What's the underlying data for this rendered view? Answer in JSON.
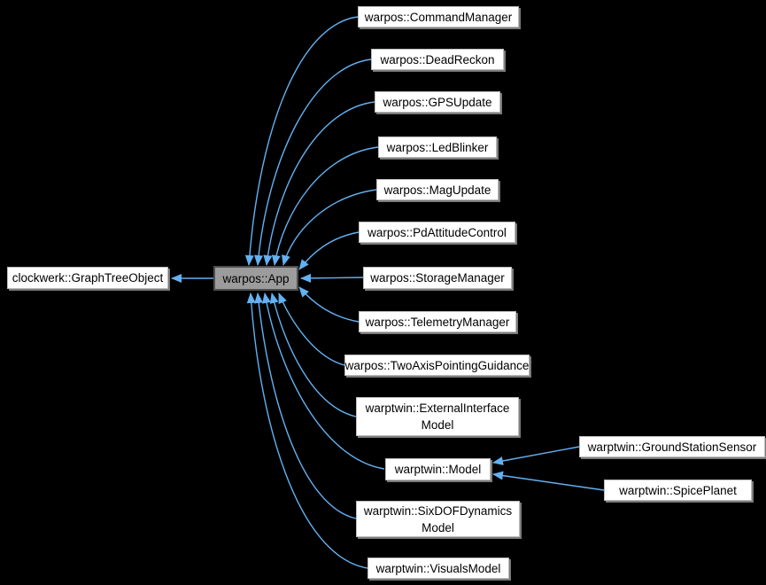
{
  "diagram": {
    "type": "class-inheritance-graph",
    "colors": {
      "background": "#000000",
      "arrow": "#63b1f2",
      "node_fill": "#ffffff",
      "node_border": "#bcbcbc",
      "node_shadow": "#7b7b7b",
      "focus_fill": "#9c9c9c",
      "focus_border": "#4e4e4e",
      "text": "#000000"
    },
    "nodes": [
      {
        "id": "clockwerk-graphtreeobject",
        "label": "clockwerk::GraphTreeObject",
        "role": "base"
      },
      {
        "id": "warpos-app",
        "label": "warpos::App",
        "role": "focus"
      },
      {
        "id": "warpos-commandmanager",
        "label": "warpos::CommandManager",
        "role": "derived"
      },
      {
        "id": "warpos-deadreckon",
        "label": "warpos::DeadReckon",
        "role": "derived"
      },
      {
        "id": "warpos-gpsupdate",
        "label": "warpos::GPSUpdate",
        "role": "derived"
      },
      {
        "id": "warpos-ledblinker",
        "label": "warpos::LedBlinker",
        "role": "derived"
      },
      {
        "id": "warpos-magupdate",
        "label": "warpos::MagUpdate",
        "role": "derived"
      },
      {
        "id": "warpos-pdattitudecontrol",
        "label": "warpos::PdAttitudeControl",
        "role": "derived"
      },
      {
        "id": "warpos-storagemanager",
        "label": "warpos::StorageManager",
        "role": "derived"
      },
      {
        "id": "warpos-telemetrymanager",
        "label": "warpos::TelemetryManager",
        "role": "derived"
      },
      {
        "id": "warpos-twoaxispointingguidance",
        "label": "warpos::TwoAxisPointingGuidance",
        "role": "derived"
      },
      {
        "id": "warptwin-externalinterfacemodel",
        "label": "warptwin::ExternalInterface\nModel",
        "role": "derived"
      },
      {
        "id": "warptwin-model",
        "label": "warptwin::Model",
        "role": "derived"
      },
      {
        "id": "warptwin-groundstationsensor",
        "label": "warptwin::GroundStationSensor",
        "role": "derived"
      },
      {
        "id": "warptwin-spiceplanet",
        "label": "warptwin::SpicePlanet",
        "role": "derived"
      },
      {
        "id": "warptwin-sixdofdynamicsmodel",
        "label": "warptwin::SixDOFDynamics\nModel",
        "role": "derived"
      },
      {
        "id": "warptwin-visualsmodel",
        "label": "warptwin::VisualsModel",
        "role": "derived"
      }
    ],
    "edges": [
      {
        "from": "warpos::App",
        "to": "clockwerk::GraphTreeObject"
      },
      {
        "from": "warpos::CommandManager",
        "to": "warpos::App"
      },
      {
        "from": "warpos::DeadReckon",
        "to": "warpos::App"
      },
      {
        "from": "warpos::GPSUpdate",
        "to": "warpos::App"
      },
      {
        "from": "warpos::LedBlinker",
        "to": "warpos::App"
      },
      {
        "from": "warpos::MagUpdate",
        "to": "warpos::App"
      },
      {
        "from": "warpos::PdAttitudeControl",
        "to": "warpos::App"
      },
      {
        "from": "warpos::StorageManager",
        "to": "warpos::App"
      },
      {
        "from": "warpos::TelemetryManager",
        "to": "warpos::App"
      },
      {
        "from": "warpos::TwoAxisPointingGuidance",
        "to": "warpos::App"
      },
      {
        "from": "warptwin::ExternalInterfaceModel",
        "to": "warpos::App"
      },
      {
        "from": "warptwin::Model",
        "to": "warpos::App"
      },
      {
        "from": "warptwin::SixDOFDynamicsModel",
        "to": "warpos::App"
      },
      {
        "from": "warptwin::VisualsModel",
        "to": "warpos::App"
      },
      {
        "from": "warptwin::GroundStationSensor",
        "to": "warptwin::Model"
      },
      {
        "from": "warptwin::SpicePlanet",
        "to": "warptwin::Model"
      }
    ]
  }
}
